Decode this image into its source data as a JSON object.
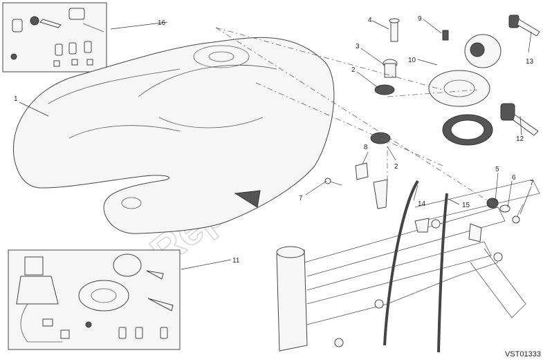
{
  "drawing_code": "VST01333",
  "watermark": "PartsRepublik",
  "callouts": [
    {
      "id": "c1",
      "label": "1"
    },
    {
      "id": "c2a",
      "label": "2"
    },
    {
      "id": "c2b",
      "label": "2"
    },
    {
      "id": "c3",
      "label": "3"
    },
    {
      "id": "c4",
      "label": "4"
    },
    {
      "id": "c5",
      "label": "5"
    },
    {
      "id": "c6",
      "label": "6"
    },
    {
      "id": "c7a",
      "label": "7"
    },
    {
      "id": "c7b",
      "label": "7"
    },
    {
      "id": "c8",
      "label": "8"
    },
    {
      "id": "c9",
      "label": "9"
    },
    {
      "id": "c10",
      "label": "10"
    },
    {
      "id": "c11",
      "label": "11"
    },
    {
      "id": "c12",
      "label": "12"
    },
    {
      "id": "c13",
      "label": "13"
    },
    {
      "id": "c14",
      "label": "14"
    },
    {
      "id": "c15",
      "label": "15"
    },
    {
      "id": "c16",
      "label": "16"
    }
  ]
}
